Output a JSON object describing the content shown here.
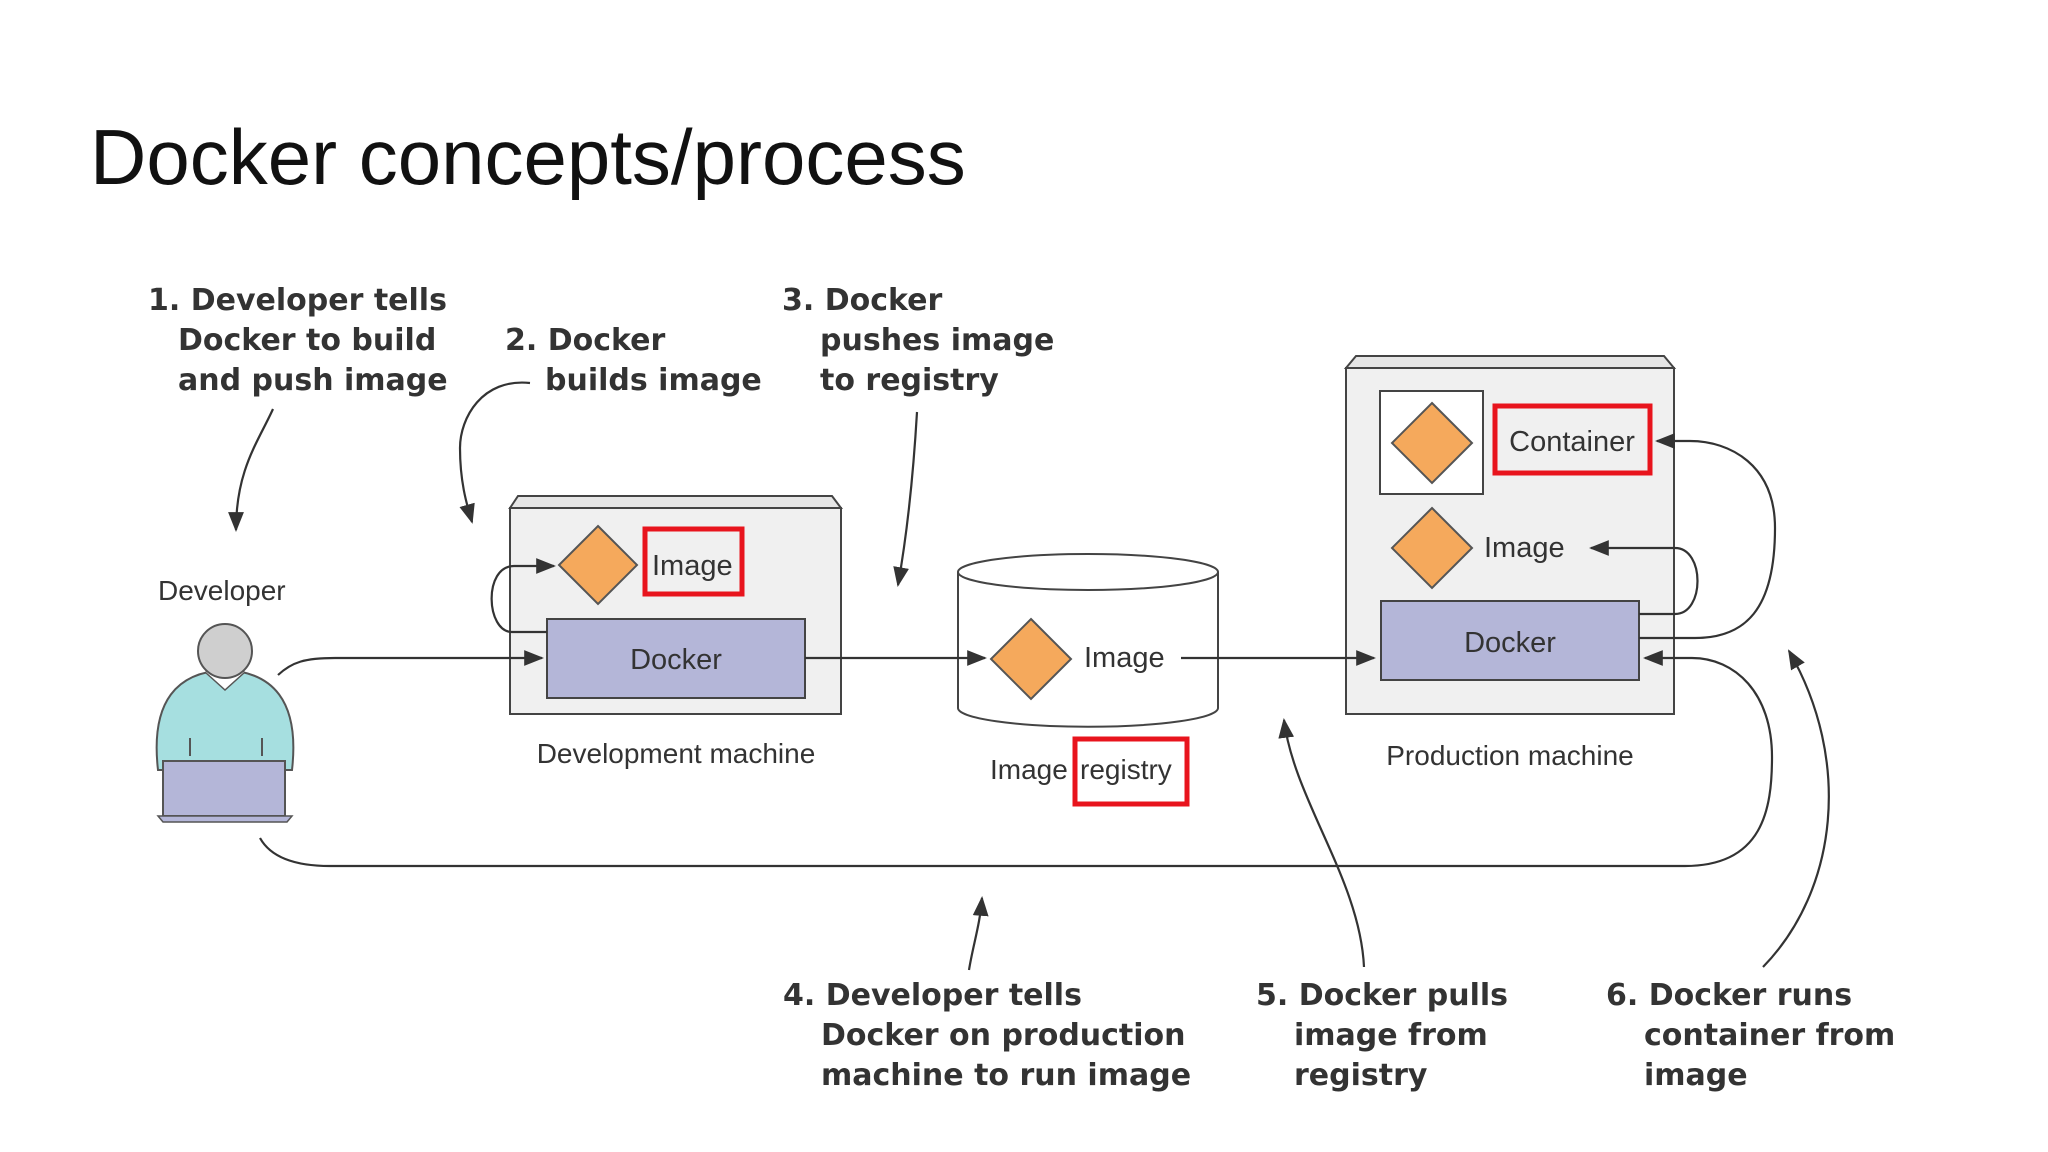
{
  "slide": {
    "title": "Docker concepts/process"
  },
  "diagram": {
    "developer_label": "Developer",
    "dev_machine": {
      "caption": "Development machine",
      "image": "Image",
      "docker": "Docker"
    },
    "registry": {
      "image": "Image",
      "caption_prefix": "Image",
      "caption_highlight": "registry"
    },
    "prod_machine": {
      "caption": "Production machine",
      "container": "Container",
      "image": "Image",
      "docker": "Docker"
    },
    "steps": [
      {
        "lines": [
          "1. Developer tells",
          "Docker to build",
          "and push image"
        ]
      },
      {
        "lines": [
          "2. Docker",
          "builds image"
        ]
      },
      {
        "lines": [
          "3. Docker",
          "pushes image",
          "to registry"
        ]
      },
      {
        "lines": [
          "4. Developer tells",
          "Docker on production",
          "machine to run image"
        ]
      },
      {
        "lines": [
          "5. Docker pulls",
          "image from",
          "registry"
        ]
      },
      {
        "lines": [
          "6. Docker runs",
          "container from",
          "image"
        ]
      }
    ],
    "colors": {
      "image_diamond": "#f5a95c",
      "docker_box": "#b4b6d8",
      "machine_box": "#f0f0f0",
      "highlight": "#e8141d",
      "developer_body": "#a6dfe0",
      "developer_head": "#cfcfcf",
      "laptop": "#b4b6d8"
    }
  }
}
